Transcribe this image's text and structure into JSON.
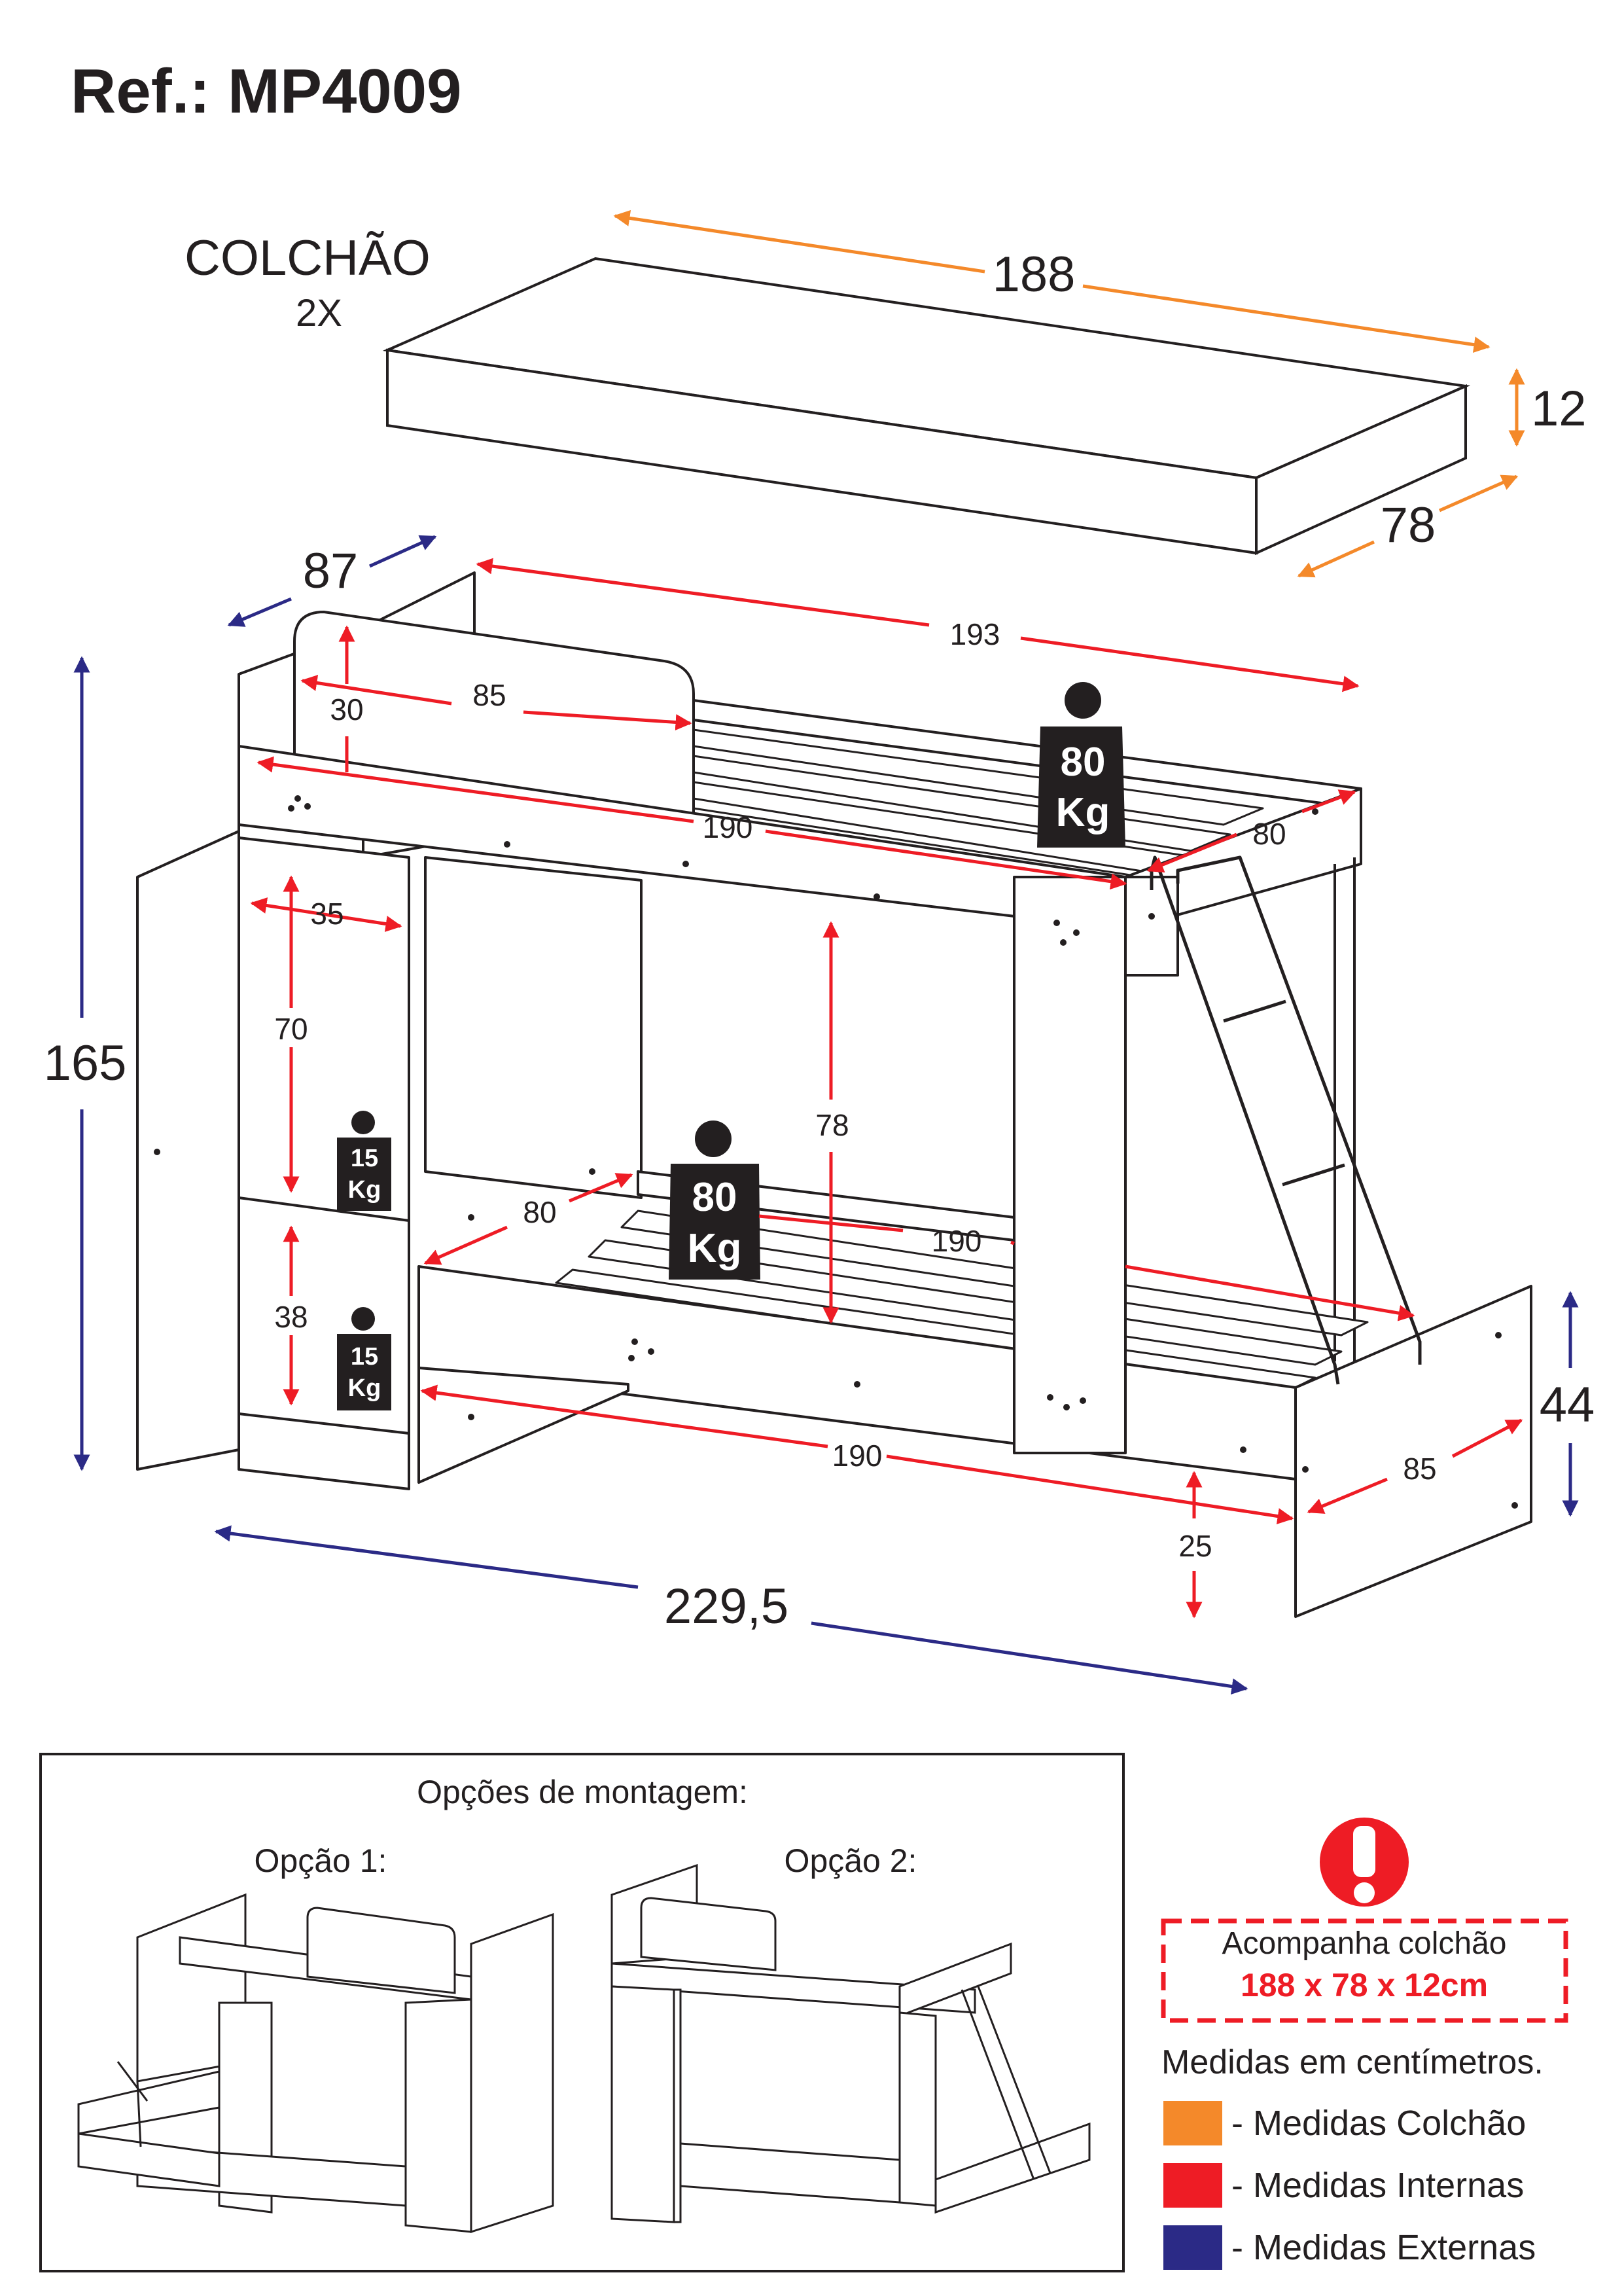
{
  "header": {
    "ref": "Ref.: MP4009"
  },
  "mattress": {
    "label": "COLCHÃO",
    "qty": "2X",
    "length": "188",
    "height": "12",
    "width": "78"
  },
  "bed": {
    "depth_top": "87",
    "length_top": "193",
    "rail_height": "30",
    "rail_length": "85",
    "upper_length": "190",
    "upper_width": "80",
    "upper_load": "80",
    "upper_unit": "Kg",
    "total_height": "165",
    "shelf_width": "35",
    "shelf_upper_h": "70",
    "shelf_lower_h": "38",
    "shelf_load_1": "15",
    "shelf_load_2": "15",
    "shelf_unit": "Kg",
    "gap_height": "78",
    "lower_width": "80",
    "lower_length_top": "190",
    "lower_load": "80",
    "lower_unit": "Kg",
    "lower_length": "190",
    "side_width": "85",
    "floor_clear": "25",
    "side_height": "44",
    "total_length": "229,5"
  },
  "options": {
    "title": "Opções de montagem:",
    "opt1": "Opção 1:",
    "opt2": "Opção 2:"
  },
  "notice": {
    "line1": "Acompanha colchão",
    "line2": "188 x 78 x 12cm"
  },
  "legend": {
    "title": "Medidas em centímetros.",
    "items": [
      {
        "label": "- Medidas Colchão",
        "color": "#f4892a"
      },
      {
        "label": "- Medidas Internas",
        "color": "#ee1c25"
      },
      {
        "label": "- Medidas Externas",
        "color": "#2b2a86"
      }
    ]
  },
  "colors": {
    "orange": "#f4892a",
    "red": "#ee1c25",
    "blue": "#2b2a86",
    "line": "#231f20"
  }
}
